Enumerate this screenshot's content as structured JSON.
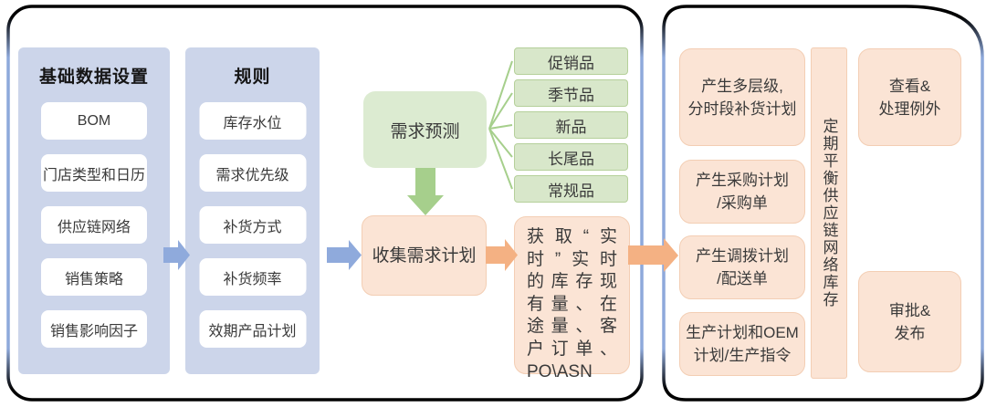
{
  "diagram_title": "supply-chain-replenishment-planning-flow",
  "colors": {
    "panel_border_dark": "#000000",
    "panel_border_blue": "#8ea9db",
    "column_fill": "#ccd5ea",
    "item_fill": "#ffffff",
    "green_fill": "#dcebd1",
    "green_light_fill": "#d8e7ca",
    "green_accent": "#a6cf8c",
    "peach_fill": "#fbe4d5",
    "orange_accent": "#f4b183",
    "blue_accent": "#8faadc",
    "text": "#3a3a3a"
  },
  "left_panel": {
    "columns": [
      {
        "title": "基础数据设置",
        "items": [
          "BOM",
          "门店类型和日历",
          "供应链网络",
          "销售策略",
          "销售影响因子"
        ]
      },
      {
        "title": "规则",
        "items": [
          "库存水位",
          "需求优先级",
          "补货方式",
          "补货频率",
          "效期产品计划"
        ]
      }
    ],
    "demand_forecast_label": "需求预测",
    "forecast_categories": [
      "促销品",
      "季节品",
      "新品",
      "长尾品",
      "常规品"
    ],
    "collect_demand_label": "收集需求计划",
    "realtime_label": "获取“实\n时”实时\n的库存现\n有量、在\n途量、客\n户订单、\nPO\\ASN"
  },
  "right_panel": {
    "plan_steps": [
      "产生多层级,\n分时段补货计划",
      "产生采购计划\n/采购单",
      "产生调拨计划\n/配送单",
      "生产计划和OEM\n计划/生产指令"
    ],
    "balance_label": "定期平衡供应链网络库存",
    "exception_label": "查看&\n处理例外",
    "approval_label": "审批&\n发布"
  }
}
